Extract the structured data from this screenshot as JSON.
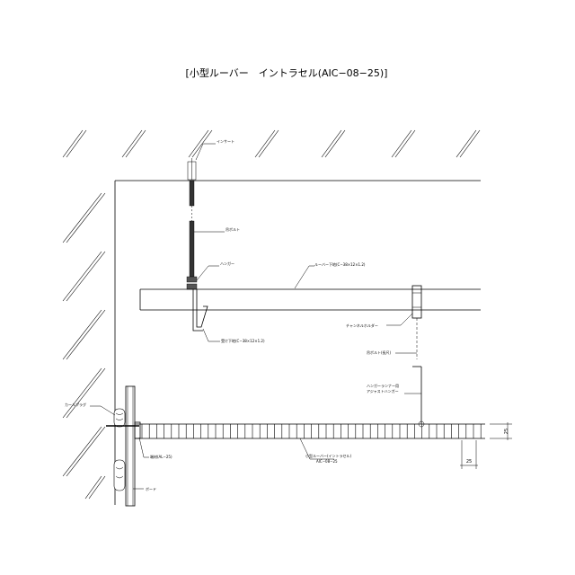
{
  "title": "[小型ルーバー　イントラセル(AIC−08−25)]",
  "labels": {
    "insert": "インサート",
    "hanging_bolt": "吊ボルト",
    "hanger": "ハンガー",
    "louver_receiver": "ルーバー下地(C−38×12×1.2)",
    "channel_holder": "チャンネルホルダー",
    "rail_receiver": "受け下地(C−38×12×1.2)",
    "hanging_bolt_long": "吊ボルト(長尺)",
    "hanger_accessory_1": "ハンガーランナー用",
    "hanger_accessory_2": "アジャストハンガー",
    "plug": "カールプラグ",
    "edge_trim": "端材(AL−25)",
    "louver_spec_1": "小型ルーバー(イントラセル)",
    "louver_spec_2": "AIC−08−25",
    "board": "ボード"
  },
  "dimensions": {
    "height": "25",
    "width": "25"
  }
}
